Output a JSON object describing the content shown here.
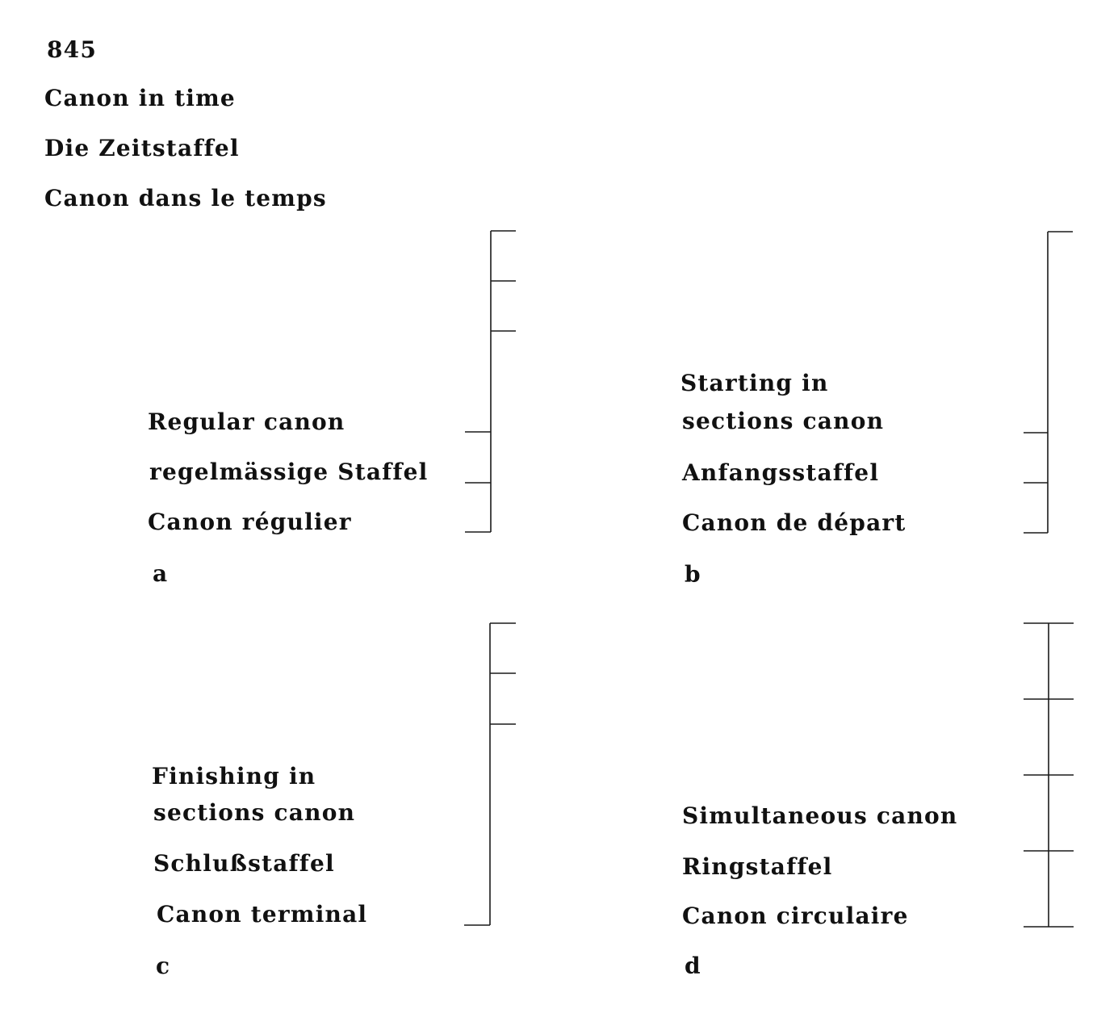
{
  "header": {
    "number": "845",
    "title_en": "Canon in time",
    "title_de": "Die Zeitstaffel",
    "title_fr": "Canon dans le temps"
  },
  "panels": [
    {
      "letter": "a",
      "label_en": "Regular canon",
      "label_de": "regelmässige Staffel",
      "label_fr": "Canon régulier"
    },
    {
      "letter": "b",
      "label_en_line1": "Starting in",
      "label_en_line2": "sections canon",
      "label_de": "Anfangsstaffel",
      "label_fr": "Canon de départ"
    },
    {
      "letter": "c",
      "label_en_line1": "Finishing in",
      "label_en_line2": "sections canon",
      "label_de": "Schlußstaffel",
      "label_fr": "Canon terminal"
    },
    {
      "letter": "d",
      "label_en": "Simultaneous canon",
      "label_de": "Ringstaffel",
      "label_fr": "Canon circulaire"
    }
  ]
}
